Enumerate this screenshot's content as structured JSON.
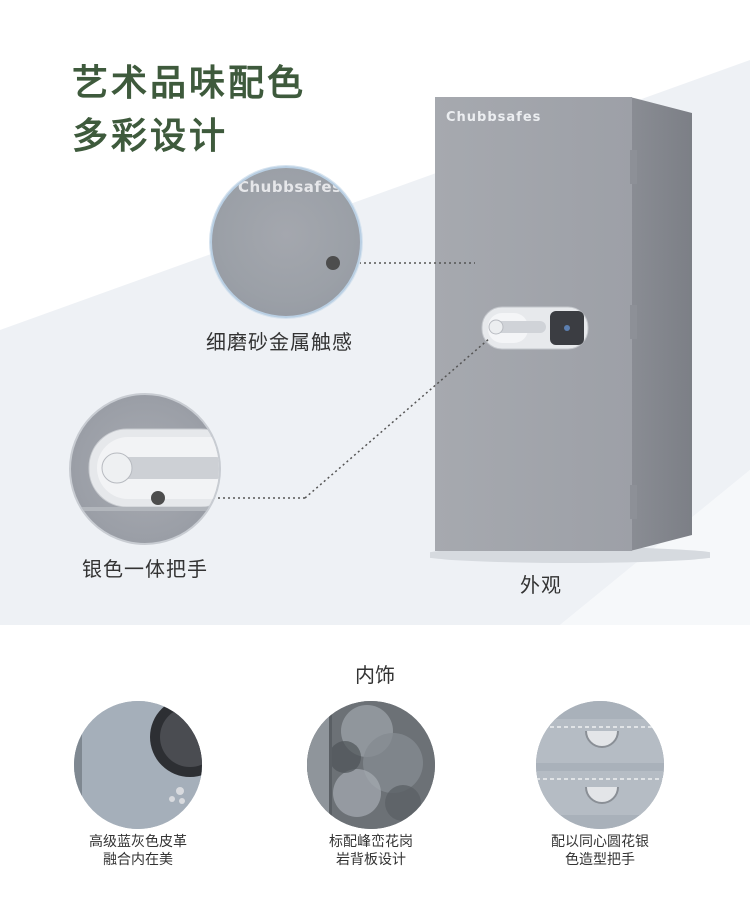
{
  "headline": {
    "line1": "艺术品味配色",
    "line2": "多彩设计"
  },
  "product": {
    "brand": "Chubbsafes",
    "caption": "外观"
  },
  "callouts": {
    "texture_brand": "Chubbsafes",
    "texture_label": "细磨砂金属触感",
    "handle_label": "银色一体把手"
  },
  "interior": {
    "title": "内饰",
    "features": [
      {
        "line1": "高级蓝灰色皮革",
        "line2": "融合内在美"
      },
      {
        "line1": "标配峰峦花岗",
        "line2": "岩背板设计"
      },
      {
        "line1": "配以同心圆花银",
        "line2": "色造型把手"
      }
    ]
  },
  "colors": {
    "headline": "#3e5a3c",
    "band": "#eef1f5",
    "safe_body": "#a2a5ab"
  }
}
